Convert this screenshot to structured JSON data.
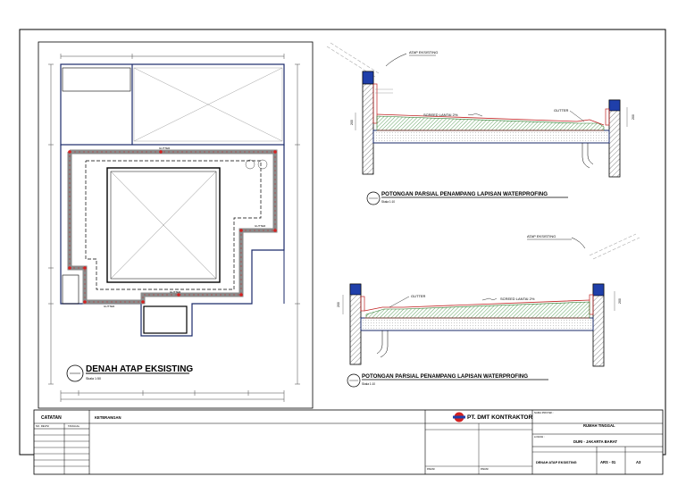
{
  "plan": {
    "title": "DENAH ATAP EKSISTING",
    "scale": "Skala 1:50",
    "gutter_label": "GUTTER"
  },
  "section_top": {
    "title": "POTONGAN PARSIAL PENAMPANG LAPISAN WATERPROFING",
    "scale": "Skala 1:10",
    "atap_label": "ATAP EKSISTING",
    "screed_label": "SCREED LANTAI 2%",
    "gutter_label": "GUTTER"
  },
  "section_bottom": {
    "title": "POTONGAN PARSIAL PENAMPANG LAPISAN WATERPROFING",
    "scale": "Skala 1:10",
    "atap_label": "ATAP EKSISTING",
    "screed_label": "SCREED LANTAI 2%",
    "gutter_label": "GUTTER"
  },
  "title_block": {
    "catatan": "CATATAN",
    "keterangan": "KETERANGAN",
    "col_no": "NO. REVISI",
    "col_tanggal": "TANGGAL",
    "company": "PT. DMT KONTRAKTOR",
    "project_label": "NAMA PROYEK :",
    "project_name": "RUMAH TINGGAL",
    "location_label": "LOKASI :",
    "location": "DURI - JAKARTA BARAT",
    "drawing_name": "DENAH ATAP EKSISTING",
    "drawing_no": "ARS - 01",
    "sheet_size": "A3",
    "paraf": "PARAF"
  }
}
